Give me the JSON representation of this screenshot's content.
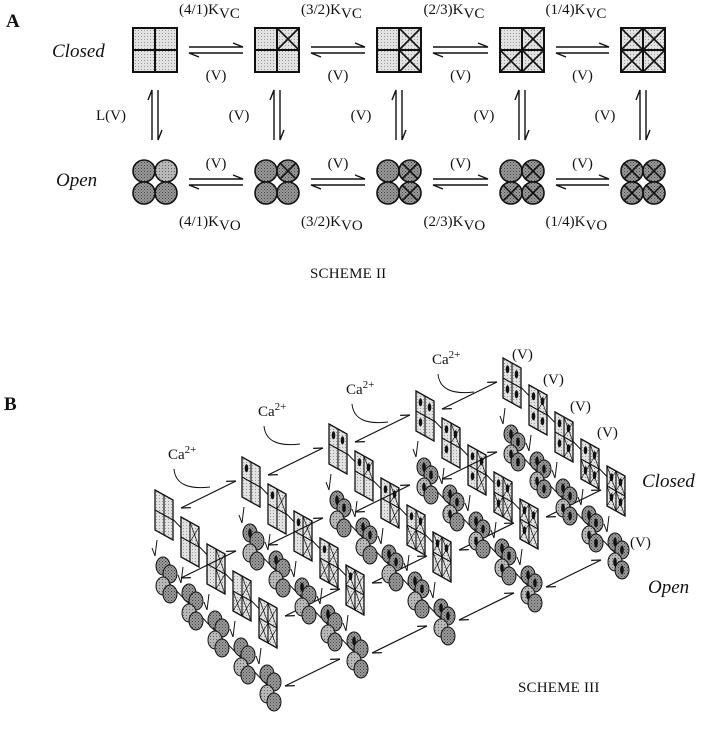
{
  "panel_a": {
    "label": "A",
    "closed_label": "Closed",
    "open_label": "Open",
    "caption": "SCHEME II",
    "states": [
      {
        "activated_subunits": 0
      },
      {
        "activated_subunits": 1
      },
      {
        "activated_subunits": 2
      },
      {
        "activated_subunits": 3
      },
      {
        "activated_subunits": 4
      }
    ],
    "closed_transitions": [
      {
        "forward": "(4/1)K",
        "forward_sub": "VC",
        "backward": "(V)"
      },
      {
        "forward": "(3/2)K",
        "forward_sub": "VC",
        "backward": "(V)"
      },
      {
        "forward": "(2/3)K",
        "forward_sub": "VC",
        "backward": "(V)"
      },
      {
        "forward": "(1/4)K",
        "forward_sub": "VC",
        "backward": "(V)"
      }
    ],
    "open_transitions": [
      {
        "forward": "(V)",
        "backward": "(4/1)K",
        "backward_sub": "VO"
      },
      {
        "forward": "(V)",
        "backward": "(3/2)K",
        "backward_sub": "VO"
      },
      {
        "forward": "(V)",
        "backward": "(2/3)K",
        "backward_sub": "VO"
      },
      {
        "forward": "(V)",
        "backward": "(1/4)K",
        "backward_sub": "VO"
      }
    ],
    "vertical_labels": [
      "L(V)",
      "(V)",
      "(V)",
      "(V)",
      "(V)"
    ]
  },
  "panel_b": {
    "label": "B",
    "closed_label": "Closed",
    "open_label": "Open",
    "caption": "SCHEME III",
    "calcium_labels": [
      "Ca",
      "Ca",
      "Ca",
      "Ca"
    ],
    "calcium_superscript": "2+",
    "voltage_labels": [
      "(V)",
      "(V)",
      "(V)",
      "(V)",
      "(V)"
    ],
    "calcium_states": 5,
    "voltage_states": 5
  },
  "colors": {
    "ink": "#111111",
    "closed_fill": "#dcdcdc",
    "open_fill": "#8c8c8c",
    "open_fill_light": "#b0b0b0"
  }
}
